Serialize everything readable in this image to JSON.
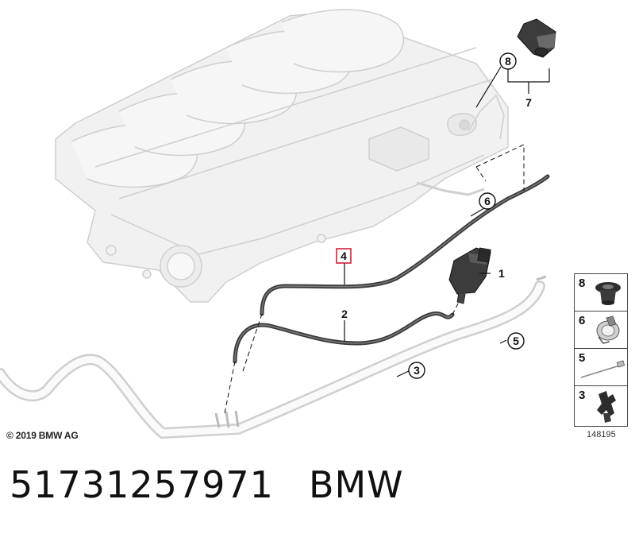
{
  "callouts": {
    "c1": "1",
    "c2": "2",
    "c3": "3",
    "c4": "4",
    "c5": "5",
    "c6": "6",
    "c7": "7",
    "c8": "8"
  },
  "legend": {
    "items": [
      {
        "label": "8",
        "icon": "grommet-icon"
      },
      {
        "label": "6",
        "icon": "hose-clip-icon"
      },
      {
        "label": "5",
        "icon": "cable-tie-icon"
      },
      {
        "label": "3",
        "icon": "bracket-clip-icon"
      }
    ]
  },
  "footer": {
    "copyright": "© 2019 BMW AG",
    "diagram_id": "148195",
    "part_number": "51731257971",
    "brand": "BMW"
  },
  "colors": {
    "line": "#111111",
    "hose": "#3a3a3a",
    "manifold_fill": "#f1f1f1",
    "manifold_stroke": "#c9c9c9",
    "highlight_box": "#d0213a"
  }
}
